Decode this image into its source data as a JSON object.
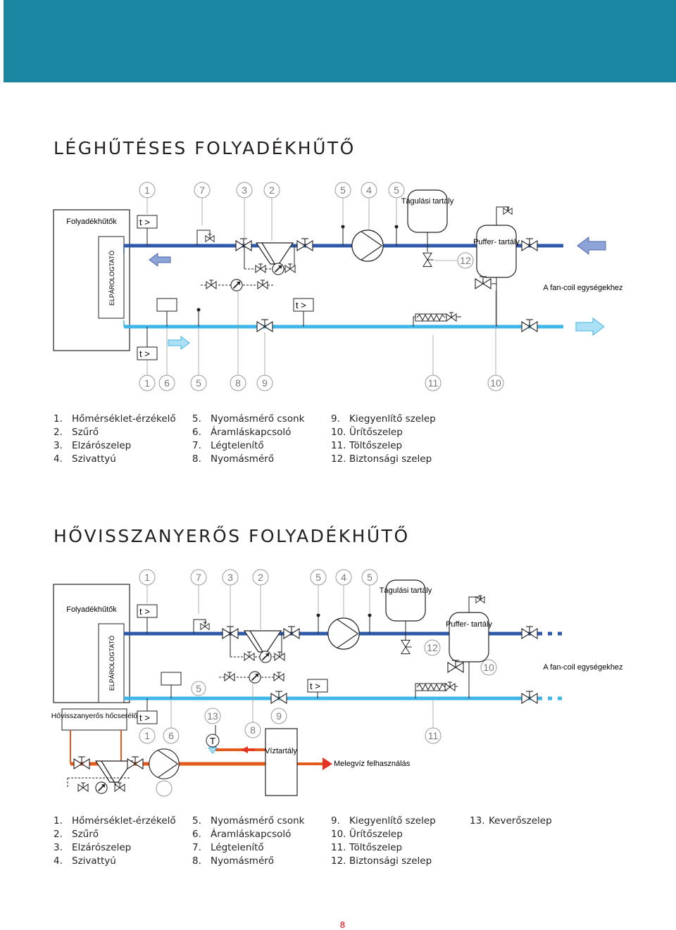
{
  "colors": {
    "band": "#1a86a0",
    "hot_pipe": "#2f59a8",
    "cold_pipe": "#3fb4e8",
    "warm_pipe": "#e25a1c",
    "arrow_blue": "#5b73b9",
    "arrow_red": "#e53323",
    "accent": "#e0474c"
  },
  "diagram1": {
    "title": "LÉGHŰTÉSES FOLYADÉKHŰTŐ",
    "chiller_label": "Folyadékhűtők",
    "evaporator_label": "ELPÁROLOGTATÓ",
    "tank_expansion": "Tágulási tartály",
    "tank_buffer": "Puffer- tartály",
    "fan_coil_label": "A fan-coil egységekhez",
    "sensor_label": "t >",
    "top_numbers": [
      "1",
      "7",
      "3",
      "2",
      "5",
      "4",
      "5"
    ],
    "bottom_numbers": [
      "1",
      "6",
      "5",
      "8",
      "9",
      "11",
      "10"
    ],
    "mid_number": "12"
  },
  "legend1": [
    [
      {
        "n": "1.",
        "t": "Hőmérséklet-érzékelő"
      },
      {
        "n": "2.",
        "t": "Szűrő"
      },
      {
        "n": "3.",
        "t": "Elzárószelep"
      },
      {
        "n": "4.",
        "t": "Szivattyú"
      }
    ],
    [
      {
        "n": "5.",
        "t": "Nyomásmérő csonk"
      },
      {
        "n": "6.",
        "t": "Áramláskapcsoló"
      },
      {
        "n": "7.",
        "t": "Légtelenítő"
      },
      {
        "n": "8.",
        "t": "Nyomásmérő"
      }
    ],
    [
      {
        "n": "9.",
        "t": "Kiegyenlítő szelep"
      },
      {
        "n": "10.",
        "t": "Ürítőszelep"
      },
      {
        "n": "11.",
        "t": "Töltőszelep"
      },
      {
        "n": "12.",
        "t": "Biztonsági szelep"
      }
    ]
  ],
  "diagram2": {
    "title": "HŐVISSZANYERŐS FOLYADÉKHŰTŐ",
    "chiller_label": "Folyadékhűtők",
    "evaporator_label": "ELPÁROLOGTATÓ",
    "hx_label": "Hővisszanyerős hőcserélő",
    "tank_expansion": "Tágulási tartály",
    "tank_buffer": "Puffer- tartály",
    "fan_coil_label": "A fan-coil egységekhez",
    "water_tank": "Víztartály",
    "hot_water_use": "Melegvíz felhasználás",
    "sensor_label": "t >",
    "thermo_letter": "T",
    "top_numbers": [
      "1",
      "7",
      "3",
      "2",
      "5",
      "4",
      "5"
    ],
    "n12": "12",
    "n10": "10",
    "n5": "5",
    "n13": "13",
    "n9": "9",
    "n8": "8",
    "n1": "1",
    "n6": "6",
    "n11": "11"
  },
  "legend2": [
    [
      {
        "n": "1.",
        "t": "Hőmérséklet-érzékelő"
      },
      {
        "n": "2.",
        "t": "Szűrő"
      },
      {
        "n": "3.",
        "t": "Elzárószelep"
      },
      {
        "n": "4.",
        "t": "Szivattyú"
      }
    ],
    [
      {
        "n": "5.",
        "t": "Nyomásmérő csonk"
      },
      {
        "n": "6.",
        "t": "Áramláskapcsoló"
      },
      {
        "n": "7.",
        "t": "Légtelenítő"
      },
      {
        "n": "8.",
        "t": "Nyomásmérő"
      }
    ],
    [
      {
        "n": "9.",
        "t": "Kiegyenlítő szelep"
      },
      {
        "n": "10.",
        "t": "Ürítőszelep"
      },
      {
        "n": "11.",
        "t": "Töltőszelep"
      },
      {
        "n": "12.",
        "t": "Biztonsági szelep"
      }
    ],
    [
      {
        "n": "13.",
        "t": "Keverőszelep"
      }
    ]
  ],
  "page_number": "8"
}
